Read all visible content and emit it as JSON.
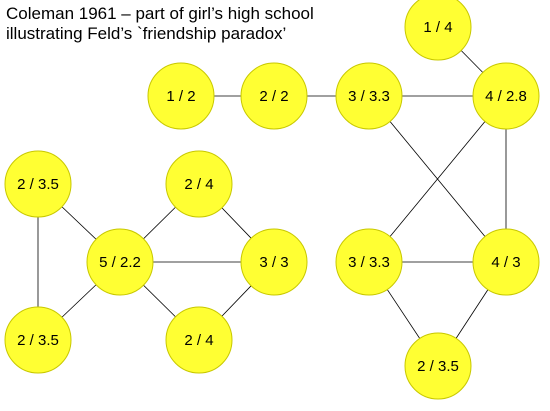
{
  "title": {
    "line1": "Coleman 1961 – part of girl’s high school",
    "line2": "illustrating Feld’s `friendship paradox’"
  },
  "colors": {
    "node_fill": "#ffff33",
    "node_stroke": "#c8c800",
    "edge": "#000000"
  },
  "nodes": [
    {
      "id": "a",
      "label": "1 / 4"
    },
    {
      "id": "b",
      "label": "1 / 2"
    },
    {
      "id": "c",
      "label": "2 / 2"
    },
    {
      "id": "d",
      "label": "3 / 3.3"
    },
    {
      "id": "e",
      "label": "4 / 2.8"
    },
    {
      "id": "f",
      "label": "2 / 3.5"
    },
    {
      "id": "g",
      "label": "2 / 4"
    },
    {
      "id": "h",
      "label": "5 / 2.2"
    },
    {
      "id": "i",
      "label": "3 / 3"
    },
    {
      "id": "j",
      "label": "2 / 3.5"
    },
    {
      "id": "k",
      "label": "2 / 4"
    },
    {
      "id": "l",
      "label": "3 / 3.3"
    },
    {
      "id": "m",
      "label": "4 / 3"
    },
    {
      "id": "n",
      "label": "2 / 3.5"
    }
  ],
  "edges": [
    [
      "a",
      "e"
    ],
    [
      "b",
      "c"
    ],
    [
      "c",
      "d"
    ],
    [
      "d",
      "e"
    ],
    [
      "d",
      "m"
    ],
    [
      "e",
      "l"
    ],
    [
      "e",
      "m"
    ],
    [
      "l",
      "m"
    ],
    [
      "l",
      "n"
    ],
    [
      "m",
      "n"
    ],
    [
      "f",
      "h"
    ],
    [
      "f",
      "j"
    ],
    [
      "j",
      "h"
    ],
    [
      "h",
      "g"
    ],
    [
      "h",
      "k"
    ],
    [
      "h",
      "i"
    ],
    [
      "g",
      "i"
    ],
    [
      "k",
      "i"
    ]
  ]
}
